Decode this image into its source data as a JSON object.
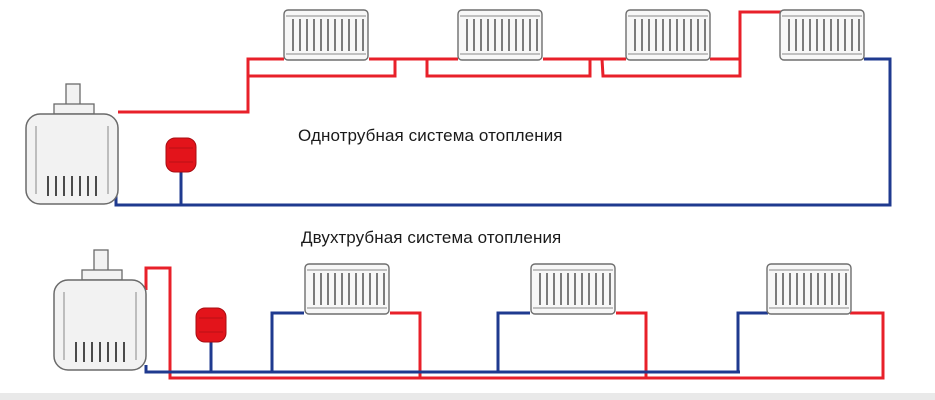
{
  "captions": {
    "single_pipe": "Однотрубная система отопления",
    "two_pipe": "Двухтрубная система отопления"
  },
  "colors": {
    "supply_pipe": "#e8202a",
    "return_pipe": "#1f3a8f",
    "radiator_fill": "#f7f7f7",
    "radiator_stroke": "#6e6e6e",
    "boiler_fill": "#f2f2f2",
    "boiler_stroke": "#6a6a6a",
    "expansion_tank": "#e3141b"
  },
  "systems": [
    {
      "name": "single-pipe",
      "radiators": 4
    },
    {
      "name": "two-pipe",
      "radiators": 3
    }
  ]
}
